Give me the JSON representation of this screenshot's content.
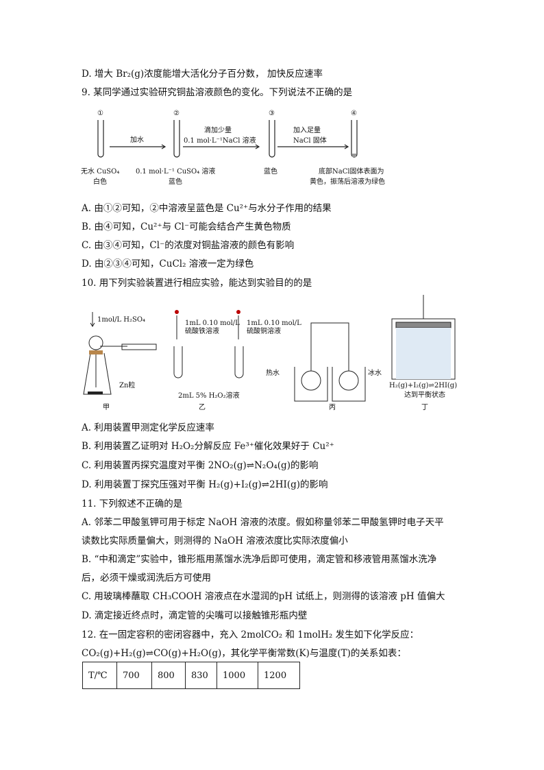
{
  "lines": [
    "D. 增大 Br₂(g)浓度能增大活化分子百分数， 加快反应速率",
    "9. 某同学通过实验研究铜盐溶液颜色的变化。下列说法不正确的是",
    "A. 由①②可知，②中溶液呈蓝色是 Cu²⁺与水分子作用的结果",
    "B. 由④可知，Cu²⁺与 Cl⁻可能会结合产生黄色物质",
    "C. 由③④可知，Cl⁻的浓度对铜盐溶液的颜色有影响",
    "D. 由②③④可知，CuCl₂ 溶液一定为绿色",
    "10. 用下列实验装置进行相应实验，能达到实验目的的是",
    "A. 利用装置甲测定化学反应速率",
    "B. 利用装置乙证明对 H₂O₂分解反应 Fe³⁺催化效果好于 Cu²⁺",
    "C. 利用装置丙探究温度对平衡 2NO₂(g)⇌N₂O₄(g)的影响",
    "D. 利用装置丁探究压强对平衡 H₂(g)+I₂(g)⇌2HI(g)的影响",
    "11. 下列叙述不正确的是",
    "A. 邻苯二甲酸氢钾可用于标定 NaOH 溶液的浓度。假如称量邻苯二甲酸氢钾时电子天平",
    "读数比实际质量偏大，则测得的 NaOH 溶液浓度比实际浓度偏小",
    "B. “中和滴定”实验中，锥形瓶用蒸馏水洗净后即可使用，滴定管和移液管用蒸馏水洗净",
    "后，必须干燥或润洗后方可使用",
    "C. 用玻璃棒蘸取 CH₃COOH 溶液点在水湿润的pH 试纸上，则测得的该溶液 pH 值偏大",
    "D. 滴定接近终点时，滴定管的尖嘴可以接触锥形瓶内壁",
    "12. 在一固定容积的密闭容器中，充入 2molCO₂ 和 1molH₂ 发生如下化学反应：",
    "CO₂(g)+H₂(g)⇌CO(g)+H₂O(g)，其化学平衡常数(K)与温度(T)的关系如表："
  ],
  "fig9": {
    "n1": "①",
    "n2": "②",
    "n3": "③",
    "n4": "④",
    "a1": "加水",
    "a2a": "滴加少量",
    "a2b": "0.1 mol·L⁻¹NaCl 溶液",
    "a3a": "加入足量",
    "a3b": "NaCl 固体",
    "l1a": "无水 CuSO₄",
    "l1b": "白色",
    "l2a": "0.1 mol·L⁻¹  CuSO₄ 溶液",
    "l2b": "蓝色",
    "l3": "蓝色",
    "l4a": "底部NaCl固体表面为",
    "l4b": "黄色，振荡后溶液为绿色"
  },
  "fig10": {
    "acid": "1mol/L  H₂SO₄",
    "zn": "Zn粒",
    "jia": "甲",
    "d1a": "1mL 0.10 mol/L",
    "d1b": "硫酸铁溶液",
    "d2a": "1mL 0.10 mol/L",
    "d2b": "硫酸铜溶液",
    "h2o2": "2mL 5% H₂O₂溶液",
    "yi": "乙",
    "hot": "热水",
    "ice": "冰水",
    "bing": "丙",
    "eq": "H₂(g)+I₂(g)⇌2HI(g)",
    "eqstate": "达到平衡状态",
    "ding": "丁"
  },
  "table": {
    "header": [
      "T/℃",
      "700",
      "800",
      "830",
      "1000",
      "1200"
    ]
  }
}
